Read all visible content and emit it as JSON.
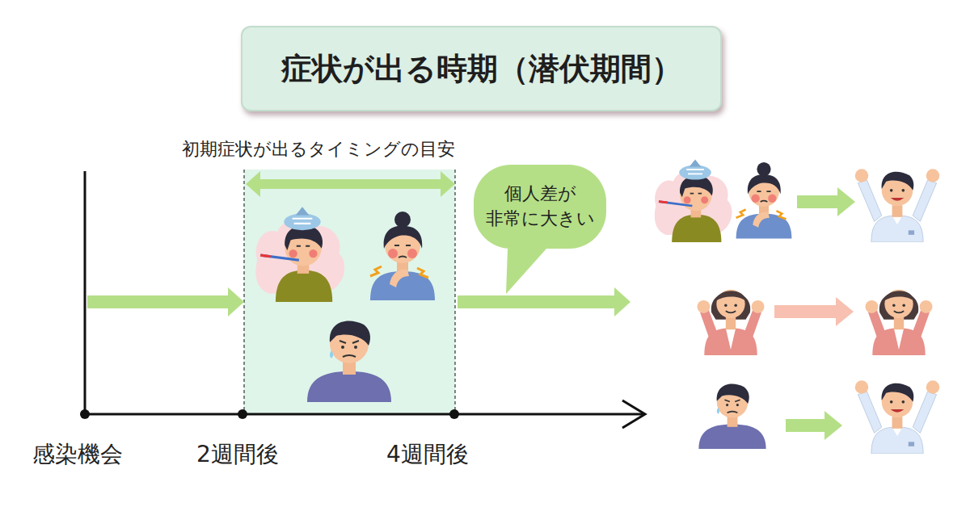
{
  "diagram": {
    "title": "症状が出る時期（潜伏期間）",
    "nodes": [
      {
        "text": [
          "個人差が 非常に大きい"
        ]
      }
    ],
    "labels": [
      "初期症状が出るタイミングの目安",
      "感染機会",
      "2週間後",
      "4週間後"
    ]
  }
}
